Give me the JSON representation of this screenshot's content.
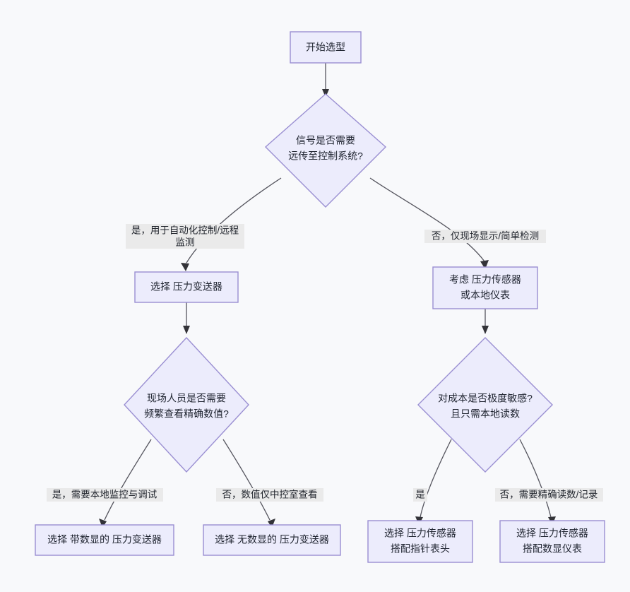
{
  "diagram": {
    "type": "flowchart",
    "title": "",
    "background_color": "#f8f9fb",
    "node_fill_color": "#ececfc",
    "node_border_color": "#9a8fd2",
    "edge_color": "#55555e",
    "edge_label_bg_color": "#eaeaea",
    "nodes": [
      {
        "id": "start",
        "shape": "rect",
        "lines": [
          "开始选型"
        ]
      },
      {
        "id": "d1",
        "shape": "diamond",
        "lines": [
          "信号是否需要",
          "远传至控制系统?"
        ]
      },
      {
        "id": "n_transmitter",
        "shape": "rect",
        "lines": [
          "选择 压力变送器"
        ]
      },
      {
        "id": "n_sensor",
        "shape": "rect",
        "lines": [
          "考虑 压力传感器",
          "或本地仪表"
        ]
      },
      {
        "id": "d2",
        "shape": "diamond",
        "lines": [
          "现场人员是否需要",
          "频繁查看精确数值?"
        ]
      },
      {
        "id": "d3",
        "shape": "diamond",
        "lines": [
          "对成本是否极度敏感?",
          "且只需本地读数"
        ]
      },
      {
        "id": "r1",
        "shape": "rect",
        "lines": [
          "选择 带数显的 压力变送器"
        ]
      },
      {
        "id": "r2",
        "shape": "rect",
        "lines": [
          "选择 无数显的 压力变送器"
        ]
      },
      {
        "id": "r3",
        "shape": "rect",
        "lines": [
          "选择 压力传感器",
          "搭配指针表头"
        ]
      },
      {
        "id": "r4",
        "shape": "rect",
        "lines": [
          "选择 压力传感器",
          "搭配数显仪表"
        ]
      }
    ],
    "edges": [
      {
        "id": "e_start_d1",
        "from": "start",
        "to": "d1",
        "label_lines": []
      },
      {
        "id": "e_d1_transmitter",
        "from": "d1",
        "to": "n_transmitter",
        "label_lines": [
          "是，用于自动化控制/远程",
          "监测"
        ]
      },
      {
        "id": "e_d1_sensor",
        "from": "d1",
        "to": "n_sensor",
        "label_lines": [
          "否，仅现场显示/简单检测"
        ]
      },
      {
        "id": "e_transmitter_d2",
        "from": "n_transmitter",
        "to": "d2",
        "label_lines": []
      },
      {
        "id": "e_sensor_d3",
        "from": "n_sensor",
        "to": "d3",
        "label_lines": []
      },
      {
        "id": "e_d2_r1",
        "from": "d2",
        "to": "r1",
        "label_lines": [
          "是，需要本地监控与调试"
        ]
      },
      {
        "id": "e_d2_r2",
        "from": "d2",
        "to": "r2",
        "label_lines": [
          "否，数值仅中控室查看"
        ]
      },
      {
        "id": "e_d3_r3",
        "from": "d3",
        "to": "r3",
        "label_lines": [
          "是"
        ]
      },
      {
        "id": "e_d3_r4",
        "from": "d3",
        "to": "r4",
        "label_lines": [
          "否，需要精确读数/记录"
        ]
      }
    ]
  }
}
